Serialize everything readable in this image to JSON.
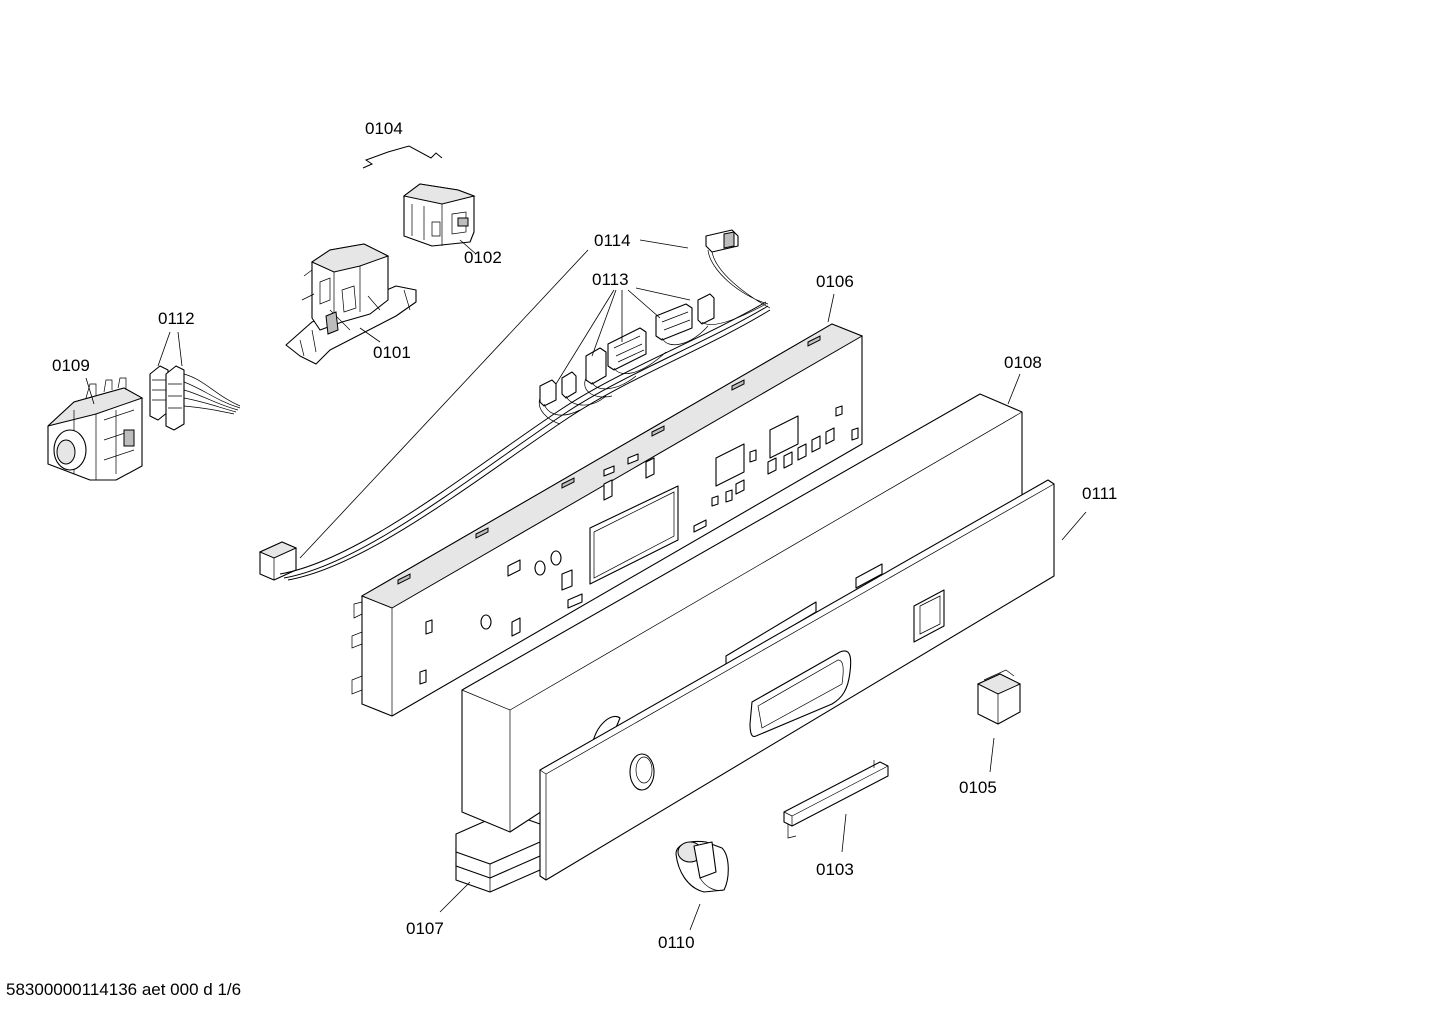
{
  "labels": {
    "p0101": "0101",
    "p0102": "0102",
    "p0103": "0103",
    "p0104": "0104",
    "p0105": "0105",
    "p0106": "0106",
    "p0107": "0107",
    "p0108": "0108",
    "p0109": "0109",
    "p0110": "0110",
    "p0111": "0111",
    "p0112": "0112",
    "p0113": "0113",
    "p0114": "0114"
  },
  "footer": "58300000114136 aet 000 d 1/6"
}
